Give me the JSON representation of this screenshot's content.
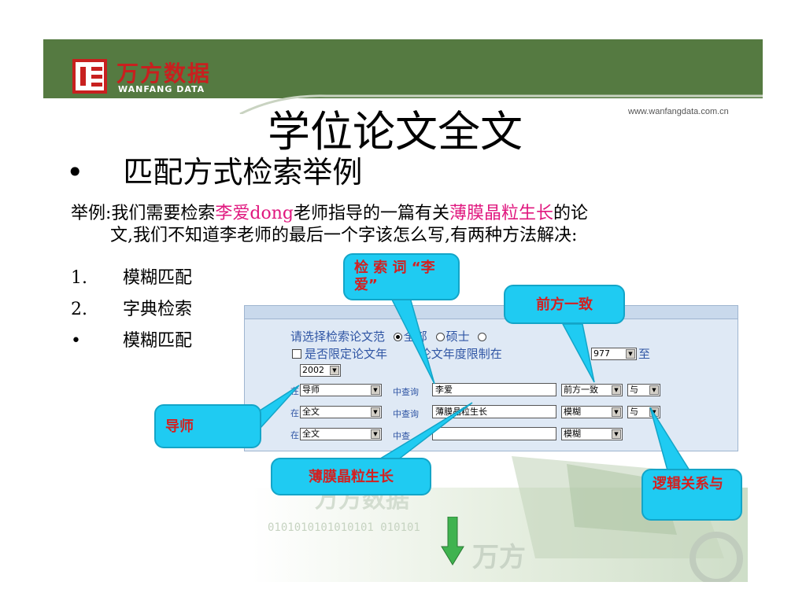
{
  "brand": {
    "name_cn": "万方数据",
    "name_en": "WANFANG DATA",
    "website": "www.wanfangdata.com.cn"
  },
  "slide": {
    "title": "学位论文全文",
    "bullet_symbol": "•",
    "bullet_heading": "匹配方式检索举例",
    "para_prefix": "举例:我们需要检索",
    "para_highlight1": "李爱dong",
    "para_mid": "老师指导的一篇有关",
    "para_highlight2": "薄膜晶粒生长",
    "para_suffix": "的论",
    "para_line2": "文,我们不知道李老师的最后一个字该怎么写,有两种方法解决:",
    "list": [
      {
        "marker": "1.",
        "text": "模糊匹配"
      },
      {
        "marker": "2.",
        "text": "字典检索"
      },
      {
        "marker": "•",
        "text": "模糊匹配"
      }
    ]
  },
  "screenshot": {
    "scope_label": "请选择检索论文范",
    "scope_options": [
      "全部",
      "硕士"
    ],
    "scope_selected": "全部",
    "limit_year_label": "是否限定论文年",
    "year_range_label": "论文年度限制在",
    "year_from": "977",
    "year_to_label": "至",
    "year_to": "2002",
    "rows": [
      {
        "prefix": "在",
        "field": "导师",
        "mid": "中查询",
        "value": "李爱",
        "match": "前方一致",
        "logic": "与"
      },
      {
        "prefix": "在",
        "field": "全文",
        "mid": "中查询",
        "value": "薄膜晶粒生长",
        "match": "模糊",
        "logic": "与"
      },
      {
        "prefix": "在",
        "field": "全文",
        "mid": "中查",
        "value": "",
        "match": "模糊",
        "logic": ""
      }
    ]
  },
  "callouts": {
    "search_term": "检 索 词 “李爱”",
    "prefix_match": "前方一致",
    "advisor": "导师",
    "keyword": "薄膜晶粒生长",
    "logic": "逻辑关系与"
  },
  "colors": {
    "header_green": "#557a41",
    "highlight_pink": "#e0187f",
    "callout_cyan": "#1fcbf2",
    "callout_text": "#d42020",
    "arrow_green": "#3fb34f"
  }
}
